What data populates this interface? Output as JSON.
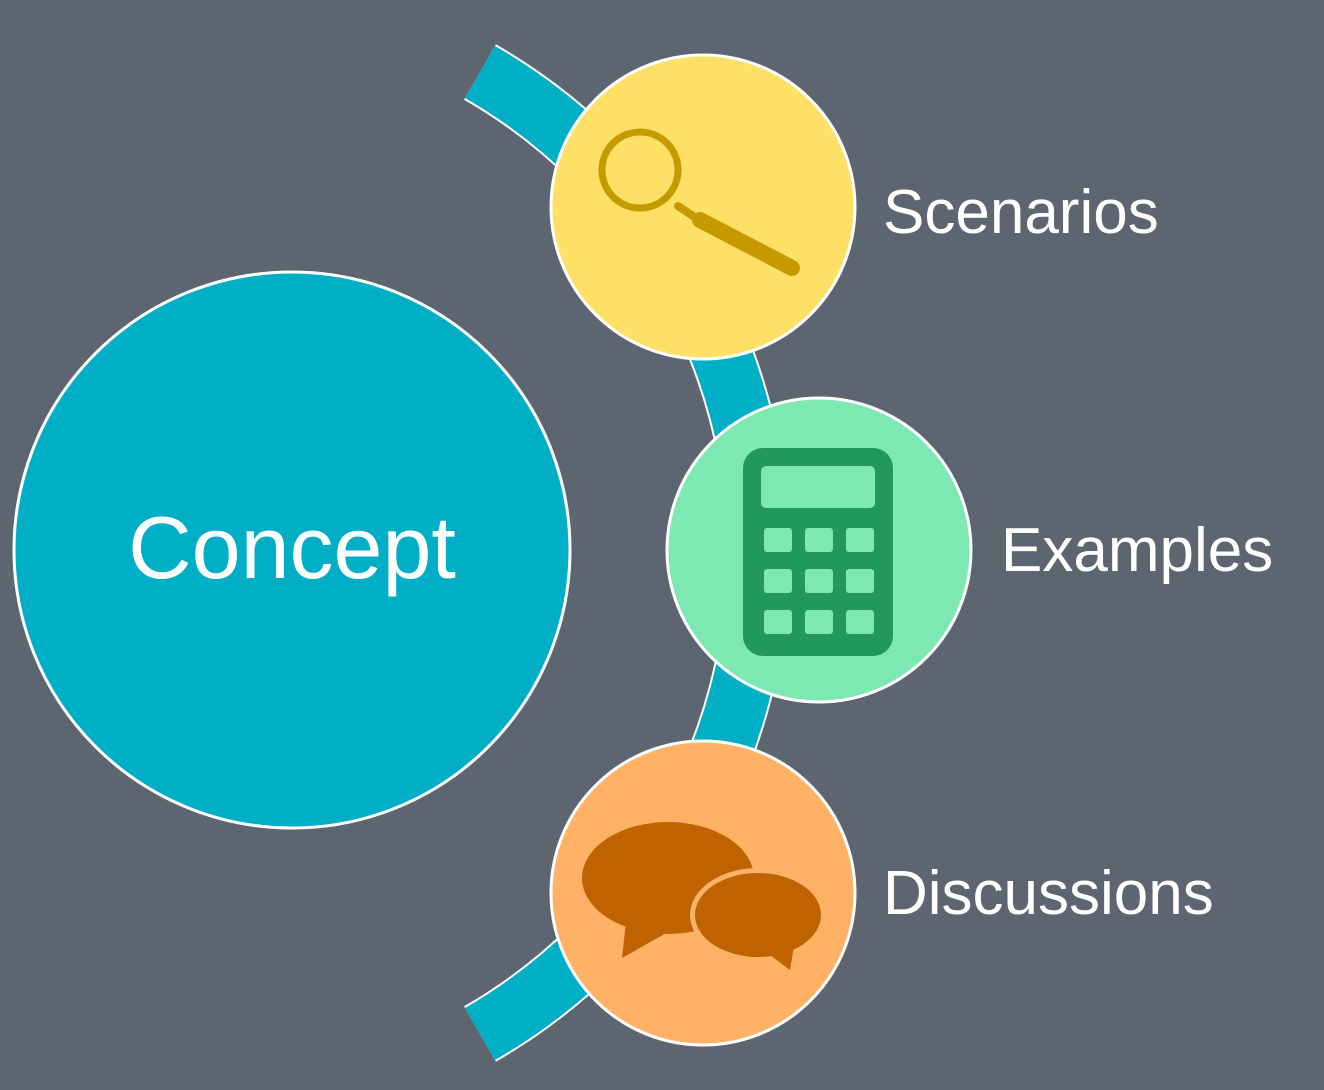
{
  "diagram": {
    "center": {
      "label": "Concept",
      "color": "#00aec5"
    },
    "arc_color": "#00aec5",
    "background_color": "#5d6670",
    "nodes": [
      {
        "label": "Scenarios",
        "icon": "magnifying-glass-icon",
        "color": "#ffe066",
        "icon_color": "#c49a00"
      },
      {
        "label": "Examples",
        "icon": "calculator-icon",
        "color": "#7ee8b2",
        "icon_color": "#22995a"
      },
      {
        "label": "Discussions",
        "icon": "speech-bubbles-icon",
        "color": "#ffb266",
        "icon_color": "#bf6200"
      }
    ]
  }
}
